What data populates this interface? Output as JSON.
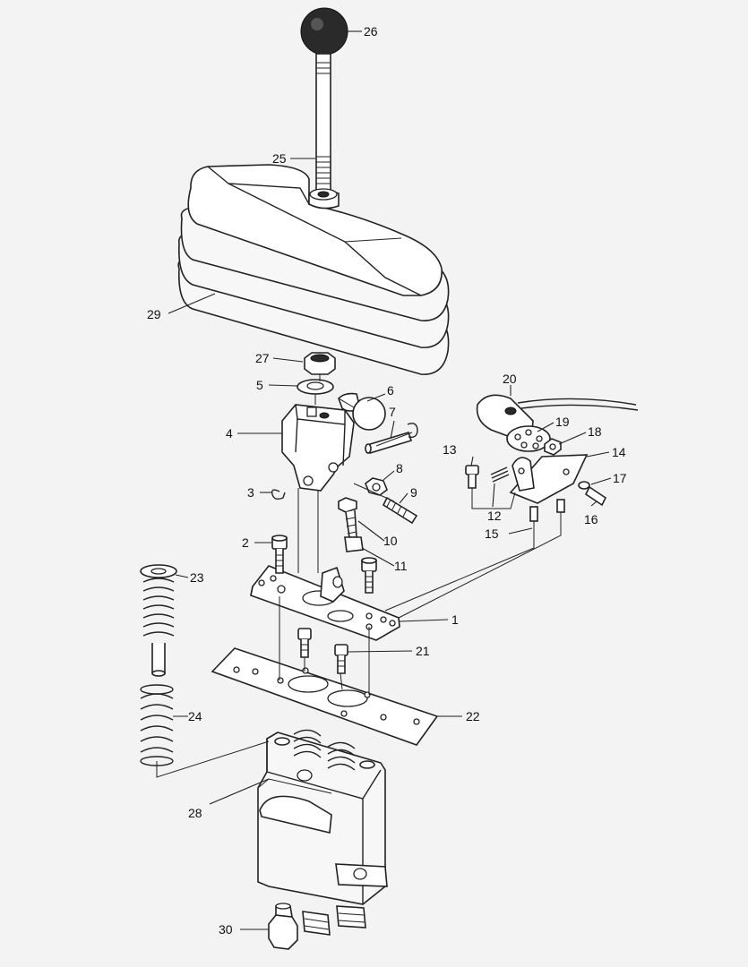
{
  "callouts": [
    {
      "id": "c1",
      "text": "1"
    },
    {
      "id": "c2",
      "text": "2"
    },
    {
      "id": "c3",
      "text": "3"
    },
    {
      "id": "c4",
      "text": "4"
    },
    {
      "id": "c5",
      "text": "5"
    },
    {
      "id": "c6",
      "text": "6"
    },
    {
      "id": "c7",
      "text": "7"
    },
    {
      "id": "c8",
      "text": "8"
    },
    {
      "id": "c9",
      "text": "9"
    },
    {
      "id": "c10",
      "text": "10"
    },
    {
      "id": "c11",
      "text": "11"
    },
    {
      "id": "c12",
      "text": "12"
    },
    {
      "id": "c13",
      "text": "13"
    },
    {
      "id": "c14",
      "text": "14"
    },
    {
      "id": "c15",
      "text": "15"
    },
    {
      "id": "c16",
      "text": "16"
    },
    {
      "id": "c17",
      "text": "17"
    },
    {
      "id": "c18",
      "text": "18"
    },
    {
      "id": "c19",
      "text": "19"
    },
    {
      "id": "c20",
      "text": "20"
    },
    {
      "id": "c21",
      "text": "21"
    },
    {
      "id": "c22",
      "text": "22"
    },
    {
      "id": "c23",
      "text": "23"
    },
    {
      "id": "c24",
      "text": "24"
    },
    {
      "id": "c25",
      "text": "25"
    },
    {
      "id": "c26",
      "text": "26"
    },
    {
      "id": "c27",
      "text": "27"
    },
    {
      "id": "c28",
      "text": "28"
    },
    {
      "id": "c29",
      "text": "29"
    },
    {
      "id": "c30",
      "text": "30"
    }
  ],
  "colors": {
    "ink": "#222222",
    "paper": "#f3f3f3"
  }
}
